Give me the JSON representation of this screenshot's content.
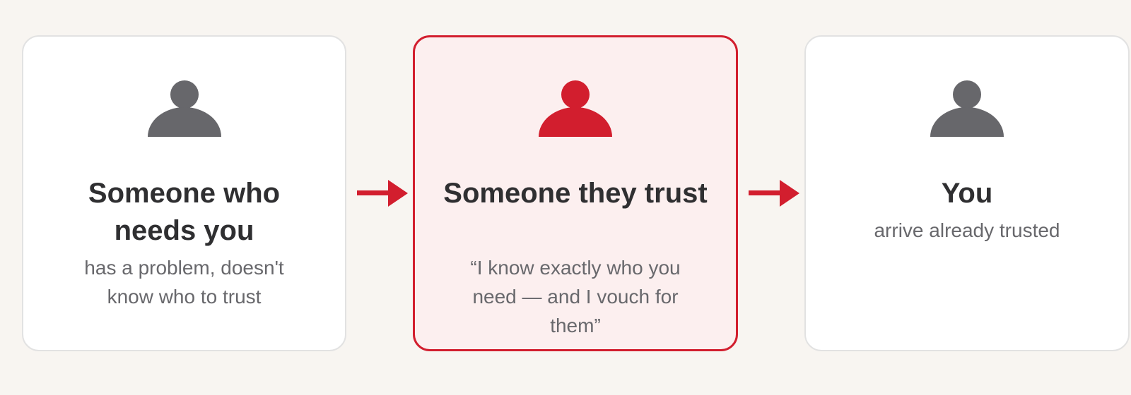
{
  "colors": {
    "accent": "#d21e2e",
    "neutral_icon": "#67676b",
    "highlight_background": "#fcefef",
    "page_background": "#f8f5f1"
  },
  "cards": [
    {
      "icon": "person-icon",
      "title": "Someone who needs you",
      "description": "has a problem, doesn't know who to trust",
      "highlighted": false
    },
    {
      "icon": "person-icon",
      "title": "Someone they trust",
      "description": "“I know exactly who you need — and I vouch for them”",
      "highlighted": true
    },
    {
      "icon": "person-icon",
      "title": "You",
      "description": "arrive already trusted",
      "highlighted": false
    }
  ],
  "connectors": [
    {
      "icon": "arrow-right-icon"
    },
    {
      "icon": "arrow-right-icon"
    }
  ]
}
